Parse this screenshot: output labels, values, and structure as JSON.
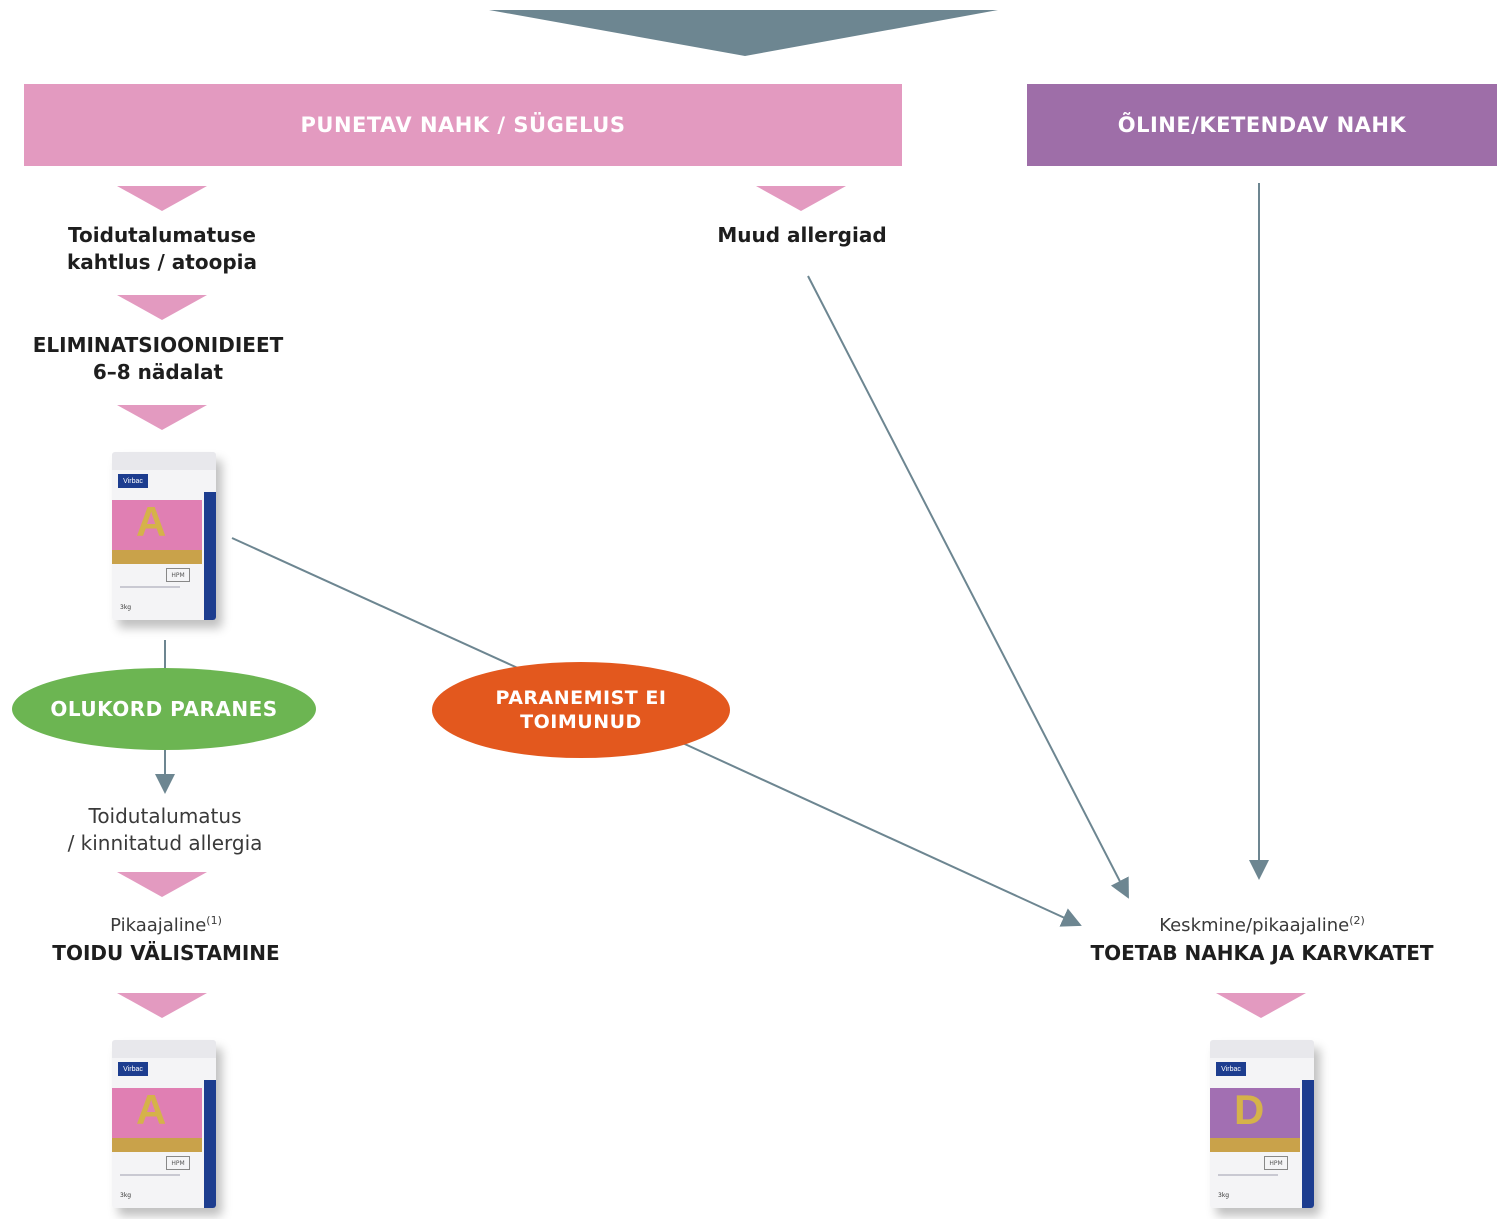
{
  "bands": {
    "left": "PUNETAV NAHK / SÜGELUS",
    "right": "ÕLINE/KETENDAV NAHK"
  },
  "nodes": {
    "food_suspect": "Toidutalumatuse\nkahtlus / atoopia",
    "other_allergies": "Muud allergiad",
    "elimination_diet_title": "ELIMINATSIOONIDIEET",
    "elimination_diet_duration": "6–8 nädalat",
    "confirmed_allergy": "Toidutalumatus\n/ kinnitatud allergia",
    "long_term_label": "Pikaajaline",
    "long_term_note": "(1)",
    "food_exclusion": "TOIDU VÄLISTAMINE",
    "medium_long_label": "Keskmine/pikaajaline",
    "medium_long_note": "(2)",
    "skin_support": "TOETAB NAHKA JA KARVKATET"
  },
  "outcomes": {
    "improved": "OLUKORD PARANES",
    "not_improved": "PARANEMIST EI\nTOIMUNUD"
  },
  "products": {
    "brand": "Virbac",
    "allergy_letter": "A",
    "derm_letter": "D",
    "hpm": "HPM",
    "weight": "3kg"
  },
  "colors": {
    "pink": "#e39ac0",
    "purple": "#9e6ea8",
    "slate": "#6d8691",
    "green": "#6cb552",
    "orange": "#e3581e"
  }
}
